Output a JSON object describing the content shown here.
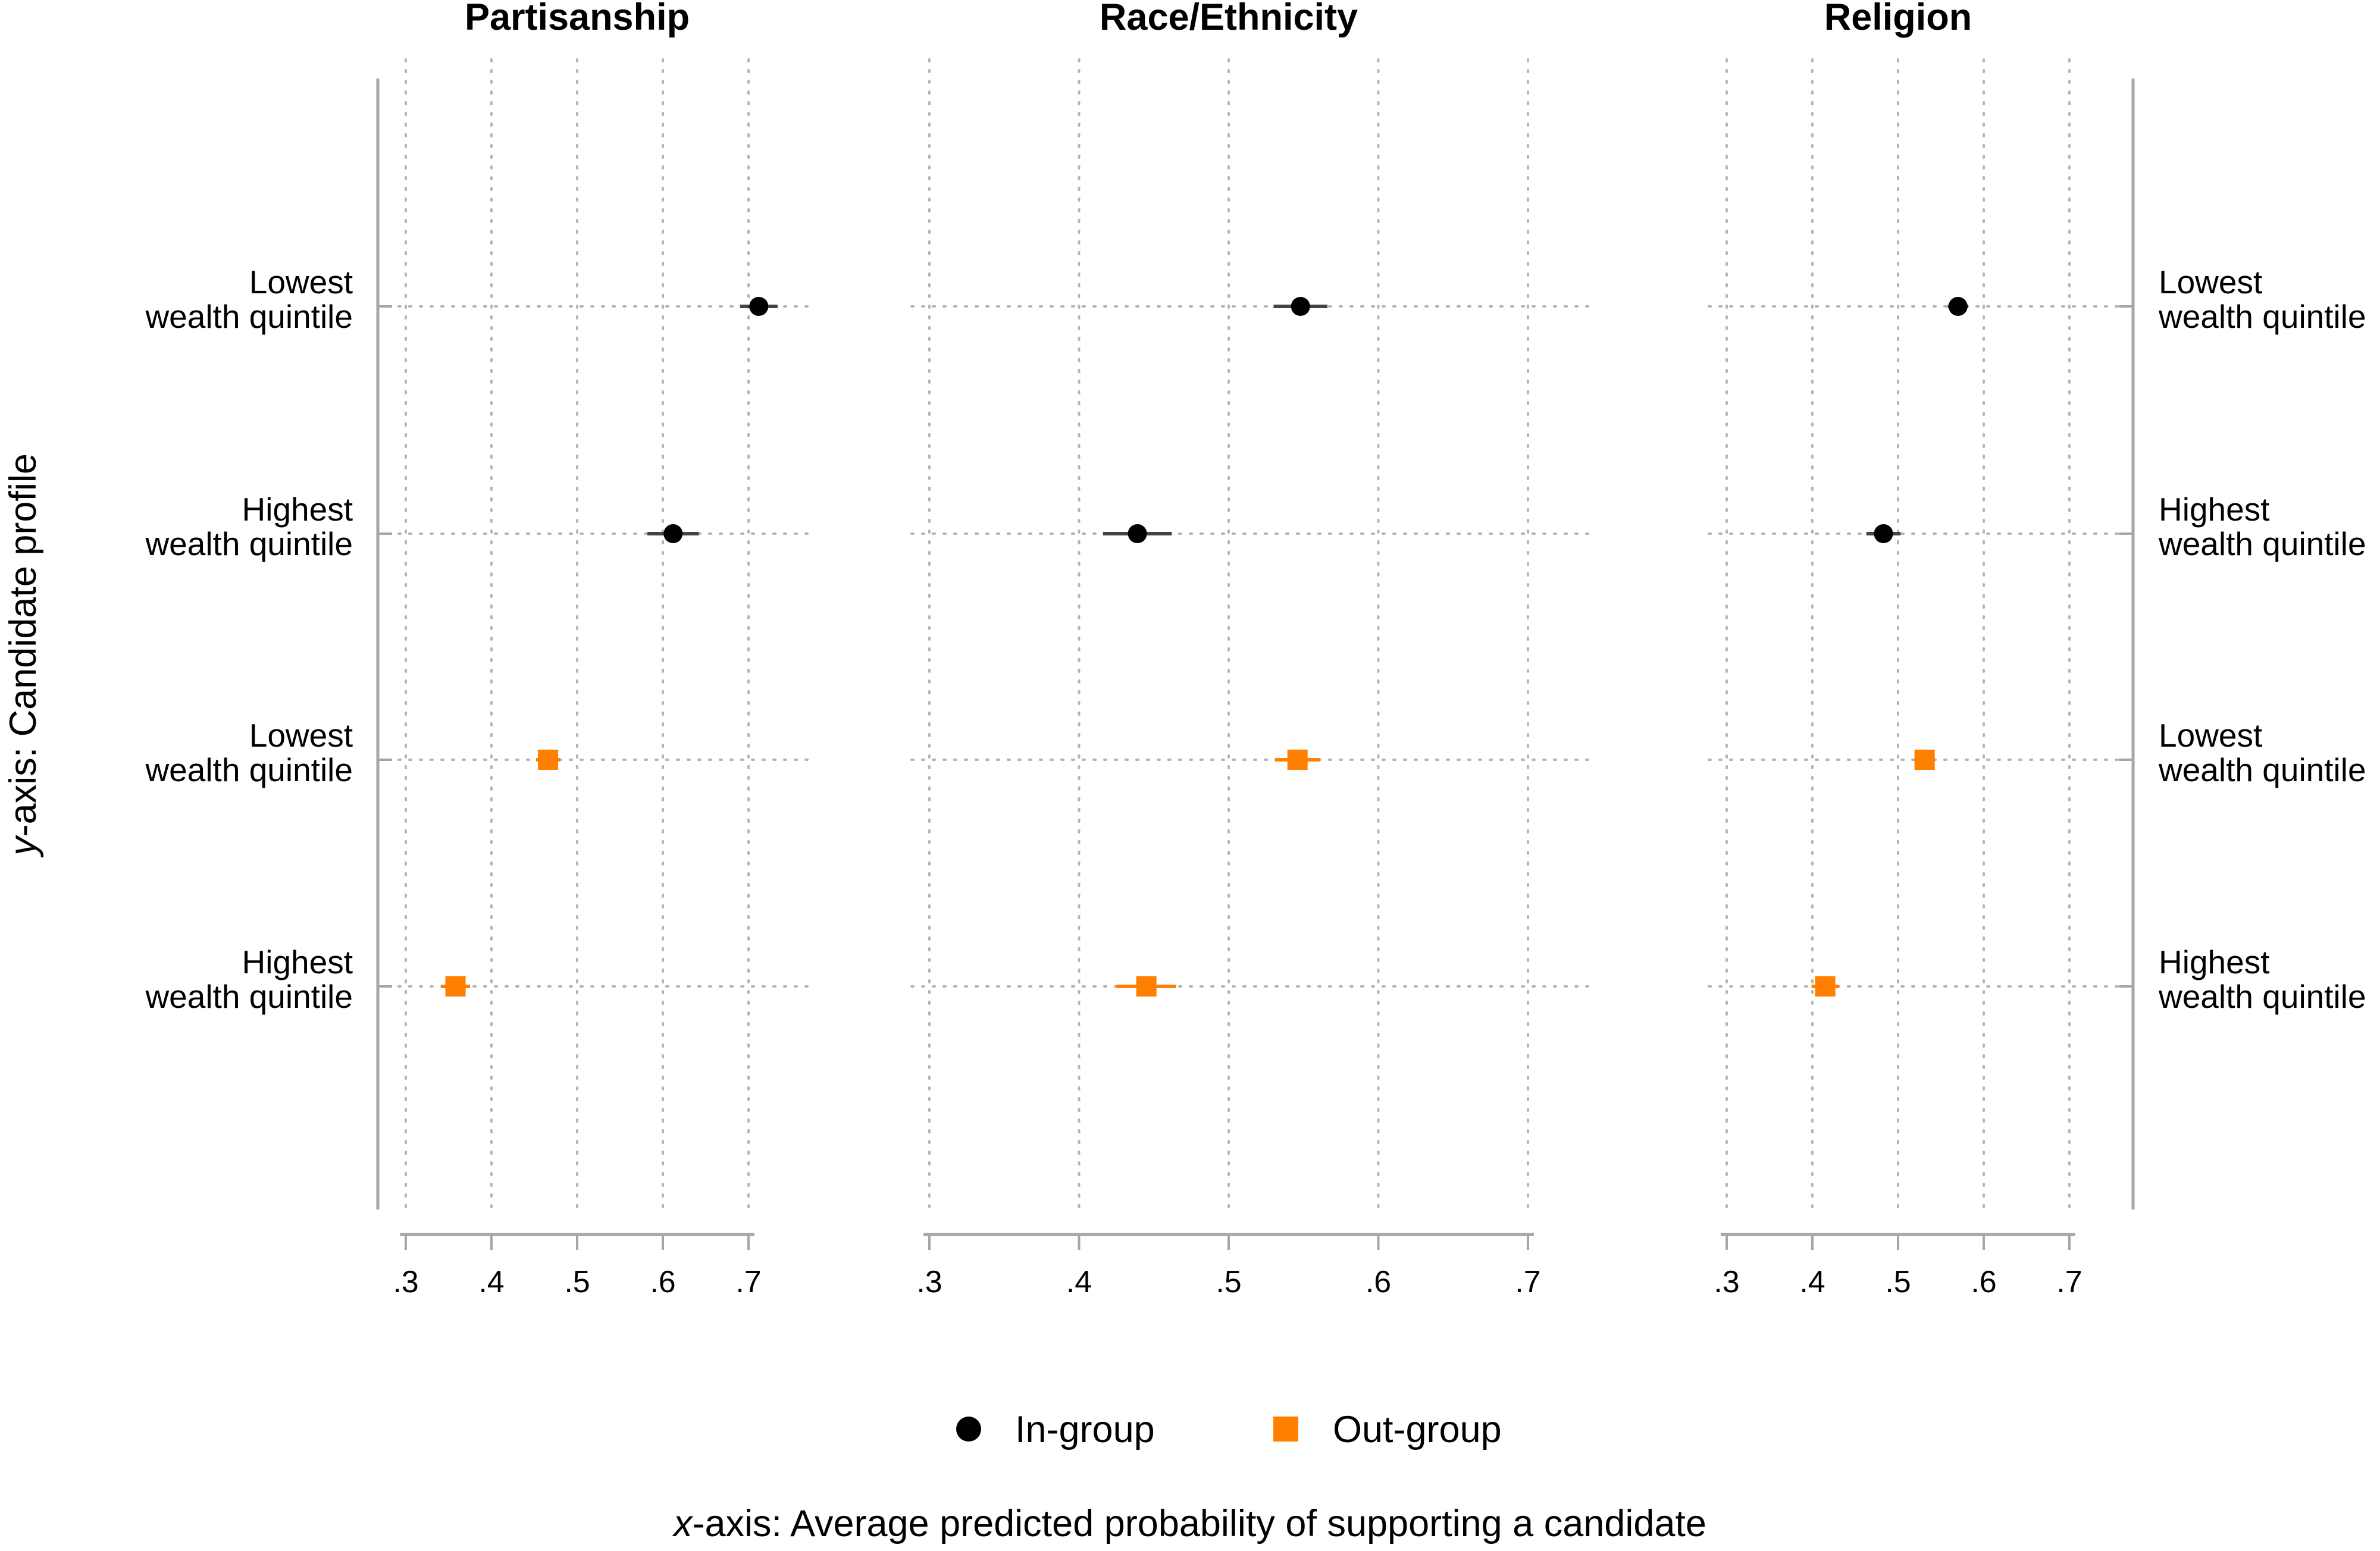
{
  "chart_data": {
    "type": "scatter",
    "y_title_italic": "y",
    "y_title_rest": "-axis: Candidate profile",
    "x_title_italic": "x",
    "x_title_rest": "-axis: Average predicted probability of supporting a candidate",
    "rows": [
      {
        "line1": "Lowest",
        "line2": "wealth quintile"
      },
      {
        "line1": "Highest",
        "line2": "wealth quintile"
      },
      {
        "line1": "Lowest",
        "line2": "wealth quintile"
      },
      {
        "line1": "Highest",
        "line2": "wealth quintile"
      }
    ],
    "x_ticks": [
      ".3",
      ".4",
      ".5",
      ".6",
      ".7"
    ],
    "legend": [
      {
        "label": "In-group",
        "color": "#000000",
        "marker": "circle"
      },
      {
        "label": "Out-group",
        "color": "#ff8000",
        "marker": "square"
      }
    ],
    "legend_position": "bottom-center",
    "grid": true,
    "panels": [
      {
        "title": "Partisanship",
        "xlim": [
          0.3,
          0.7
        ],
        "points": [
          {
            "group": "In-group",
            "row": 0,
            "x": 0.712,
            "ci": [
              0.69,
              0.734
            ]
          },
          {
            "group": "In-group",
            "row": 1,
            "x": 0.612,
            "ci": [
              0.582,
              0.642
            ]
          },
          {
            "group": "Out-group",
            "row": 2,
            "x": 0.466,
            "ci": [
              0.452,
              0.48
            ]
          },
          {
            "group": "Out-group",
            "row": 3,
            "x": 0.358,
            "ci": [
              0.341,
              0.375
            ]
          }
        ]
      },
      {
        "title": "Race/Ethnicity",
        "xlim": [
          0.3,
          0.7
        ],
        "points": [
          {
            "group": "In-group",
            "row": 0,
            "x": 0.548,
            "ci": [
              0.53,
              0.566
            ]
          },
          {
            "group": "In-group",
            "row": 1,
            "x": 0.439,
            "ci": [
              0.416,
              0.462
            ]
          },
          {
            "group": "Out-group",
            "row": 2,
            "x": 0.546,
            "ci": [
              0.531,
              0.561
            ]
          },
          {
            "group": "Out-group",
            "row": 3,
            "x": 0.445,
            "ci": [
              0.425,
              0.465
            ]
          }
        ]
      },
      {
        "title": "Religion",
        "xlim": [
          0.3,
          0.7
        ],
        "points": [
          {
            "group": "In-group",
            "row": 0,
            "x": 0.57,
            "ci": [
              0.558,
              0.582
            ]
          },
          {
            "group": "In-group",
            "row": 1,
            "x": 0.483,
            "ci": [
              0.463,
              0.503
            ]
          },
          {
            "group": "Out-group",
            "row": 2,
            "x": 0.531,
            "ci": [
              0.519,
              0.543
            ]
          },
          {
            "group": "Out-group",
            "row": 3,
            "x": 0.415,
            "ci": [
              0.399,
              0.431
            ]
          }
        ]
      }
    ]
  }
}
